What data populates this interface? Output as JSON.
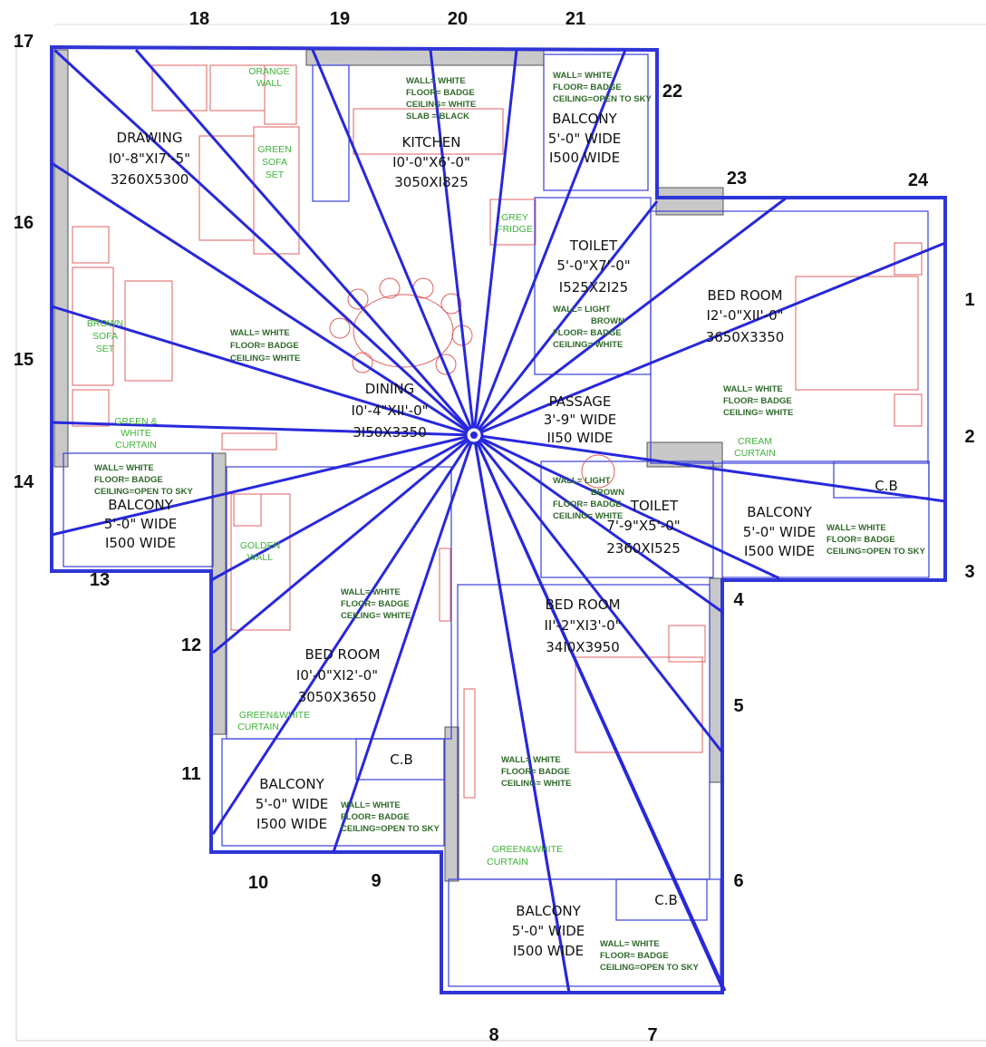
{
  "colors": {
    "ray": "#2828dc",
    "outline": "#2f35d6",
    "wall_fill": "#c8c8c8",
    "furniture": "#e06060",
    "note_text": "#2f6a2a",
    "green_text": "#3fb33a",
    "number_text": "#111111"
  },
  "markers": [
    "1",
    "2",
    "3",
    "4",
    "5",
    "6",
    "7",
    "8",
    "9",
    "10",
    "11",
    "12",
    "13",
    "14",
    "15",
    "16",
    "17",
    "18",
    "19",
    "20",
    "21",
    "22",
    "23",
    "24"
  ],
  "rooms": {
    "drawing": {
      "name": "DRAWING",
      "size": "I0'-8\"XI7'-5\"",
      "mm": "3260X5300"
    },
    "kitchen": {
      "name": "KITCHEN",
      "size": "I0'-0\"X6'-0\"",
      "mm": "3050XI825"
    },
    "balcony_top": {
      "name": "BALCONY",
      "width": "5'-0\" WIDE",
      "mm": "I500 WIDE"
    },
    "toilet_top": {
      "name": "TOILET",
      "size": "5'-0\"X7'-0\"",
      "mm": "I525X2I25"
    },
    "bedroom_right": {
      "name": "BED ROOM",
      "size": "I2'-0\"XII'-0\"",
      "mm": "3650X3350"
    },
    "dining": {
      "name": "DINING",
      "size": "I0'-4\"XII'-0\"",
      "mm": "3I50X3350"
    },
    "passage": {
      "name": "PASSAGE",
      "width": "3'-9\" WIDE",
      "mm": "II50 WIDE"
    },
    "toilet_mid": {
      "name": "TOILET",
      "size": "7'-9\"X5'-0\"",
      "mm": "2360XI525"
    },
    "balcony_right": {
      "name": "BALCONY",
      "width": "5'-0\" WIDE",
      "mm": "I500 WIDE"
    },
    "cb_right": {
      "name": "C.B"
    },
    "balcony_left": {
      "name": "BALCONY",
      "width": "5'-0\" WIDE",
      "mm": "I500 WIDE"
    },
    "bedroom_bottom": {
      "name": "BED ROOM",
      "size": "II'-2\"XI3'-0\"",
      "mm": "34I0X3950"
    },
    "bedroom_left": {
      "name": "BED ROOM",
      "size": "I0'-0\"XI2'-0\"",
      "mm": "3050X3650"
    },
    "cb_left": {
      "name": "C.B"
    },
    "balcony_bl": {
      "name": "BALCONY",
      "width": "5'-0\" WIDE",
      "mm": "I500 WIDE"
    },
    "balcony_bottom": {
      "name": "BALCONY",
      "width": "5'-0\" WIDE",
      "mm": "I500 WIDE"
    },
    "cb_bottom": {
      "name": "C.B"
    }
  },
  "notes": {
    "kitchen": [
      "WALL= WHITE",
      "FLOOR= BADGE",
      "CEILING= WHITE",
      "SLAB = BLACK"
    ],
    "balcony_top": [
      "WALL= WHITE",
      "FLOOR= BADGE",
      "CEILING=OPEN TO SKY"
    ],
    "toilet_top": [
      "WALL= LIGHT",
      "BROWN",
      "FLOOR= BADGE",
      "CEILING= WHITE"
    ],
    "dining": [
      "WALL= WHITE",
      "FLOOR= BADGE",
      "CEILING= WHITE"
    ],
    "bedroom_right": [
      "WALL= WHITE",
      "FLOOR= BADGE",
      "CEILING= WHITE"
    ],
    "balcony_left": [
      "WALL= WHITE",
      "FLOOR= BADGE",
      "CEILING=OPEN TO SKY"
    ],
    "toilet_mid": [
      "WALL= LIGHT",
      "BROWN",
      "FLOOR= BADGE",
      "CEILING= WHITE"
    ],
    "balcony_right": [
      "WALL= WHITE",
      "FLOOR= BADGE",
      "CEILING=OPEN TO SKY"
    ],
    "bedroom_left": [
      "WALL= WHITE",
      "FLOOR= BADGE",
      "CEILING= WHITE"
    ],
    "bedroom_bottom": [
      "WALL= WHITE",
      "FLOOR= BADGE",
      "CEILING= WHITE"
    ],
    "balcony_bl": [
      "WALL= WHITE",
      "FLOOR= BADGE",
      "CEILING=OPEN TO SKY"
    ],
    "balcony_bottom": [
      "WALL= WHITE",
      "FLOOR= BADGE",
      "CEILING=OPEN TO SKY"
    ]
  },
  "decor": {
    "orange_wall": [
      "ORANGE",
      "WALL"
    ],
    "green_sofa": [
      "GREEN",
      "SOFA",
      "SET"
    ],
    "grey_fridge": [
      "GREY",
      "FRIDGE"
    ],
    "brown_sofa": [
      "BROWN",
      "SOFA",
      "SET"
    ],
    "green_white_curtain_left": [
      "GREEN &",
      "WHITE",
      "CURTAIN"
    ],
    "cream_curtain": [
      "CREAM",
      "CURTAIN"
    ],
    "golden_wall": [
      "GOLDEN",
      "WALL"
    ],
    "green_white_curtain_bedroom": [
      "GREEN&WHITE",
      "CURTAIN"
    ],
    "green_white_curtain_bottom": [
      "GREEN&WHITE",
      "CURTAIN"
    ]
  }
}
